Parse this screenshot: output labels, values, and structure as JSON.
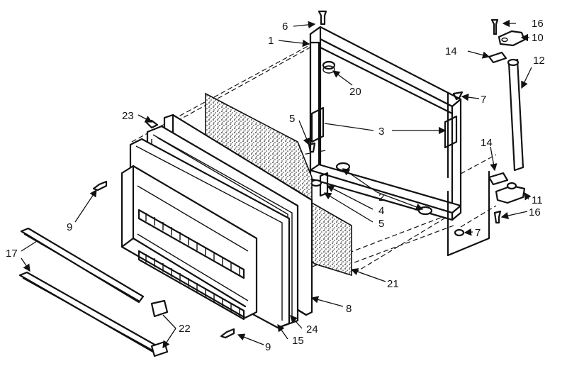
{
  "callouts": {
    "c1": "1",
    "c2": "2",
    "c3": "3",
    "c4": "4",
    "c5a": "5",
    "c5b": "5",
    "c6": "6",
    "c7a": "7",
    "c7b": "7",
    "c8": "8",
    "c9a": "9",
    "c9b": "9",
    "c10": "10",
    "c11": "11",
    "c12": "12",
    "c14a": "14",
    "c14b": "14",
    "c15": "15",
    "c16a": "16",
    "c16b": "16",
    "c17": "17",
    "c20": "20",
    "c21": "21",
    "c22": "22",
    "c23": "23",
    "c24": "24"
  }
}
